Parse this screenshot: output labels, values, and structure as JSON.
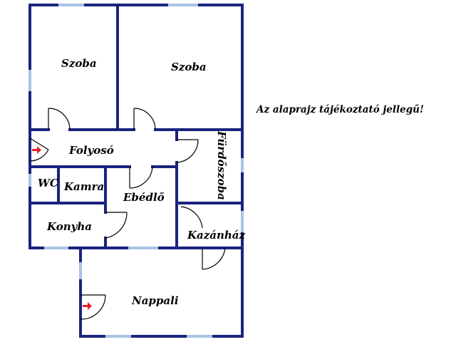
{
  "note": "Az alaprajz tájékoztató jellegű!",
  "rooms": {
    "szoba_left": "Szoba",
    "szoba_right": "Szoba",
    "folyoso": "Folyosó",
    "furdoszoba": "Fürdőszoba",
    "wc": "WC",
    "kamra": "Kamra",
    "ebedlo": "Ebédlő",
    "konyha": "Konyha",
    "kazanhaz": "Kazánház",
    "nappali": "Nappali"
  },
  "colors": {
    "wall": "#1a237e",
    "window": "#a8c4e6",
    "door_swing": "#000000",
    "entrance_arrow": "#e02020"
  }
}
